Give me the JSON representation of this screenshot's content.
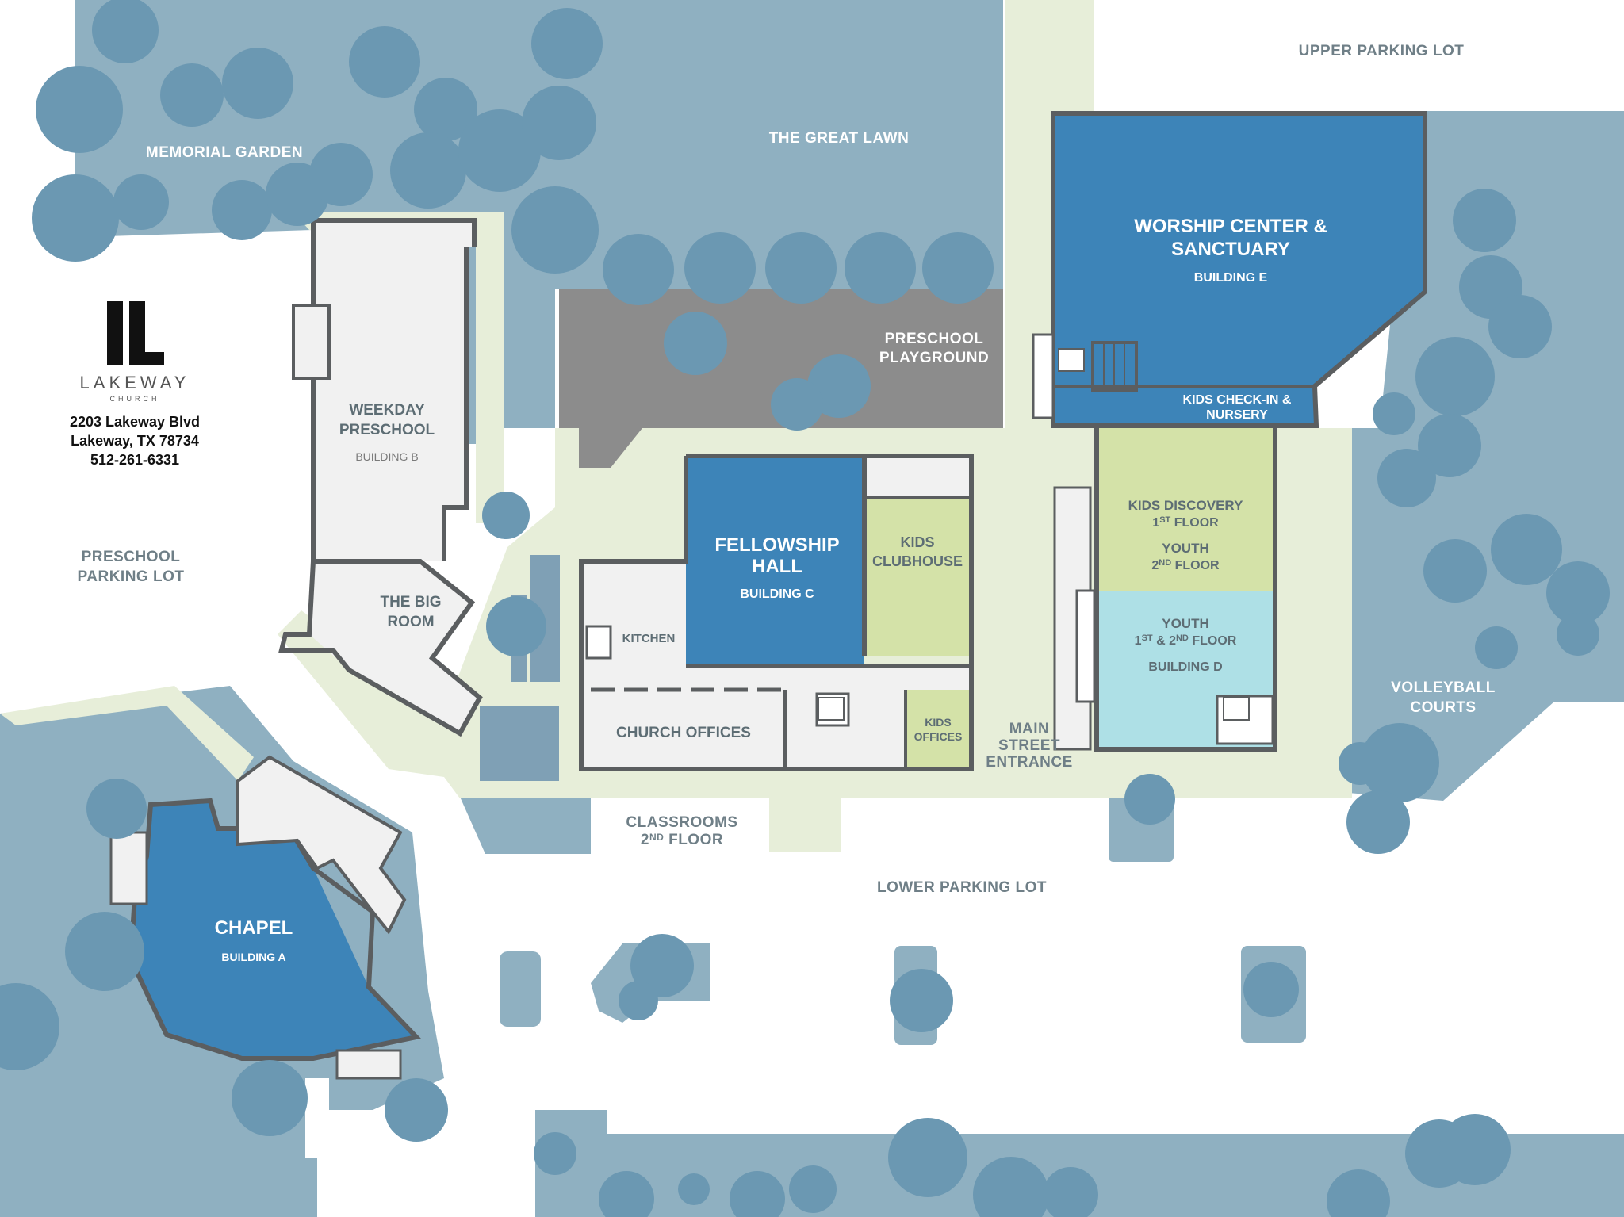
{
  "colors": {
    "grass": "#8fb0c1",
    "tree": "#6b98b2",
    "path": "#e7eed9",
    "building_light": "#f1f1f1",
    "building_blue": "#3d84b8",
    "green_room": "#d4e2a8",
    "cyan_room": "#aee0e6",
    "playground": "#8c8c8c",
    "wall": "#5b5e60"
  },
  "areas": {
    "memorial_garden": "MEMORIAL GARDEN",
    "great_lawn": "THE GREAT LAWN",
    "upper_parking": "UPPER PARKING LOT",
    "playground_l1": "PRESCHOOL",
    "playground_l2": "PLAYGROUND",
    "preschool_parking_l1": "PRESCHOOL",
    "preschool_parking_l2": "PARKING LOT",
    "volleyball_l1": "VOLLEYBALL",
    "volleyball_l2": "COURTS",
    "lower_parking": "LOWER PARKING LOT",
    "classrooms_l1": "CLASSROOMS",
    "classrooms_l2_num": "2",
    "classrooms_l2_sup": "ND",
    "classrooms_l2_word": " FLOOR",
    "main_entrance_l1": "MAIN",
    "main_entrance_l2": "STREET",
    "main_entrance_l3": "ENTRANCE"
  },
  "buildings": {
    "worship_l1": "WORSHIP CENTER &",
    "worship_l2": "SANCTUARY",
    "worship_sub": "BUILDING E",
    "kids_checkin_l1": "KIDS CHECK-IN &",
    "kids_checkin_l2": "NURSERY",
    "weekday_l1": "WEEKDAY",
    "weekday_l2": "PRESCHOOL",
    "weekday_sub": "BUILDING B",
    "big_room_l1": "THE BIG",
    "big_room_l2": "ROOM",
    "fellowship_l1": "FELLOWSHIP",
    "fellowship_l2": "HALL",
    "fellowship_sub": "BUILDING C",
    "kids_clubhouse_l1": "KIDS",
    "kids_clubhouse_l2": "CLUBHOUSE",
    "kitchen": "KITCHEN",
    "church_offices": "CHURCH OFFICES",
    "kids_offices_l1": "KIDS",
    "kids_offices_l2": "OFFICES",
    "kids_discovery": "KIDS DISCOVERY",
    "kd_floor1_num": "1",
    "kd_floor1_sup": "ST",
    "kd_floor1_word": " FLOOR",
    "youth_a": "YOUTH",
    "youth_a_num": "2",
    "youth_a_sup": "ND",
    "youth_a_word": " FLOOR",
    "youth_b": "YOUTH",
    "youth_b_num1": "1",
    "youth_b_sup1": "ST",
    "youth_b_mid": " & 2",
    "youth_b_sup2": "ND",
    "youth_b_word": " FLOOR",
    "youth_b_sub": "BUILDING D",
    "chapel": "CHAPEL",
    "chapel_sub": "BUILDING A"
  },
  "info": {
    "brand": "LAKEWAY",
    "brand_sub": "CHURCH",
    "address1": "2203 Lakeway Blvd",
    "address2": "Lakeway, TX 78734",
    "phone": "512-261-6331"
  }
}
